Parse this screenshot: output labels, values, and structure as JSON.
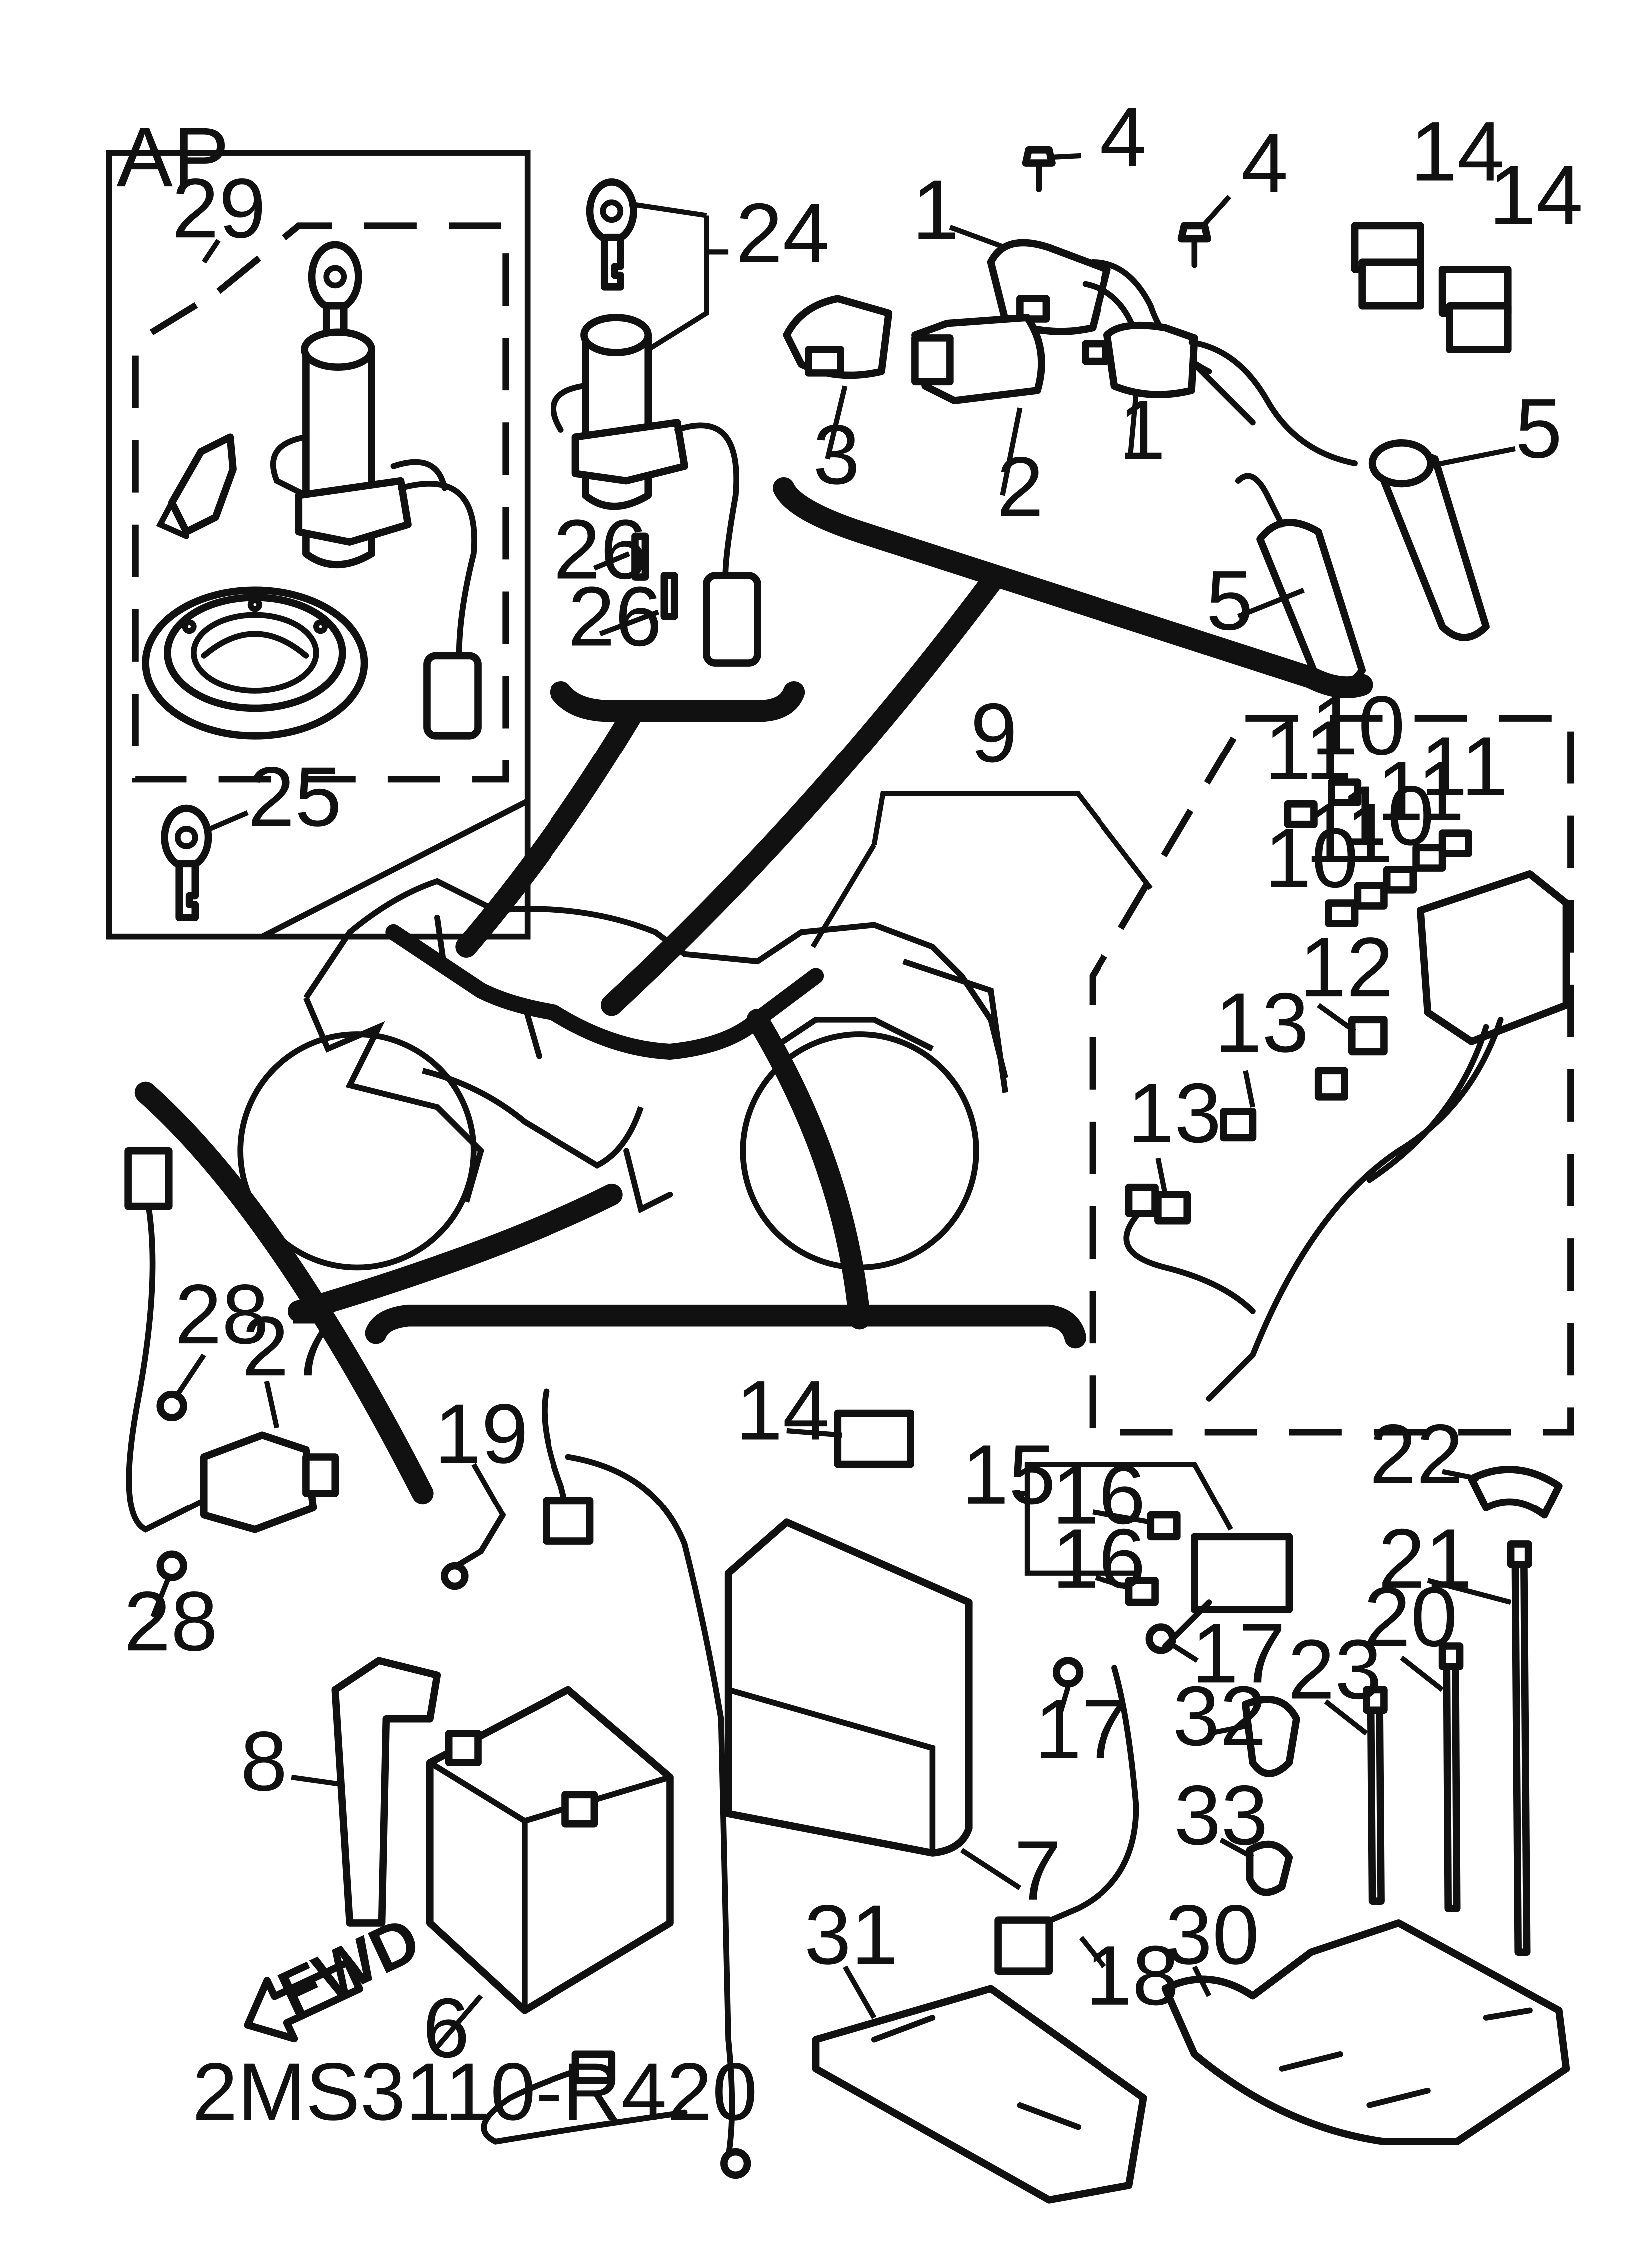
{
  "diagram": {
    "code": "2MS3110-R420",
    "group_label": "AP",
    "fwd_label": "FWD",
    "callouts": [
      {
        "id": "c1a",
        "text": "1"
      },
      {
        "id": "c1b",
        "text": "1"
      },
      {
        "id": "c2",
        "text": "2"
      },
      {
        "id": "c3",
        "text": "3"
      },
      {
        "id": "c4a",
        "text": "4"
      },
      {
        "id": "c4b",
        "text": "4"
      },
      {
        "id": "c5a",
        "text": "5"
      },
      {
        "id": "c5b",
        "text": "5"
      },
      {
        "id": "c6",
        "text": "6"
      },
      {
        "id": "c7",
        "text": "7"
      },
      {
        "id": "c8",
        "text": "8"
      },
      {
        "id": "c9",
        "text": "9"
      },
      {
        "id": "c10a",
        "text": "10"
      },
      {
        "id": "c10b",
        "text": "10"
      },
      {
        "id": "c10c",
        "text": "10"
      },
      {
        "id": "c11a",
        "text": "11"
      },
      {
        "id": "c11b",
        "text": "11"
      },
      {
        "id": "c11c",
        "text": "11"
      },
      {
        "id": "c11d",
        "text": "11"
      },
      {
        "id": "c12",
        "text": "12"
      },
      {
        "id": "c13a",
        "text": "13"
      },
      {
        "id": "c13b",
        "text": "13"
      },
      {
        "id": "c14a",
        "text": "14"
      },
      {
        "id": "c14b",
        "text": "14"
      },
      {
        "id": "c14c",
        "text": "14"
      },
      {
        "id": "c15",
        "text": "15"
      },
      {
        "id": "c16a",
        "text": "16"
      },
      {
        "id": "c16b",
        "text": "16"
      },
      {
        "id": "c17a",
        "text": "17"
      },
      {
        "id": "c17b",
        "text": "17"
      },
      {
        "id": "c18",
        "text": "18"
      },
      {
        "id": "c19",
        "text": "19"
      },
      {
        "id": "c20",
        "text": "20"
      },
      {
        "id": "c21",
        "text": "21"
      },
      {
        "id": "c22",
        "text": "22"
      },
      {
        "id": "c23",
        "text": "23"
      },
      {
        "id": "c24",
        "text": "24"
      },
      {
        "id": "c25",
        "text": "25"
      },
      {
        "id": "c26a",
        "text": "26"
      },
      {
        "id": "c26b",
        "text": "26"
      },
      {
        "id": "c27",
        "text": "27"
      },
      {
        "id": "c28a",
        "text": "28"
      },
      {
        "id": "c28b",
        "text": "28"
      },
      {
        "id": "c29",
        "text": "29"
      },
      {
        "id": "c30",
        "text": "30"
      },
      {
        "id": "c31",
        "text": "31"
      },
      {
        "id": "c32",
        "text": "32"
      },
      {
        "id": "c33",
        "text": "33"
      }
    ]
  }
}
